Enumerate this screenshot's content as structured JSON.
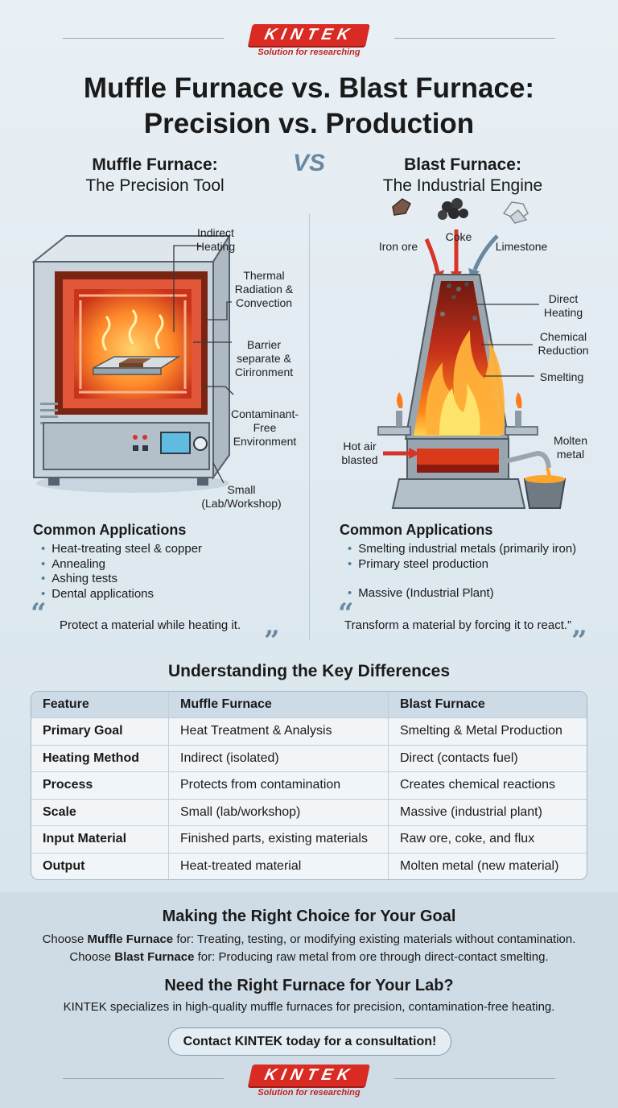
{
  "brand": {
    "name": "KINTEK",
    "tagline": "Solution for researching"
  },
  "title_line1": "Muffle Furnace vs. Blast Furnace:",
  "title_line2": "Precision vs. Production",
  "vs": "VS",
  "muffle": {
    "heading": "Muffle Furnace:",
    "subheading": "The Precision Tool",
    "labels": {
      "indirect": [
        "Indirect",
        "Heating"
      ],
      "radiation": [
        "Thermal",
        "Radiation &",
        "Convection"
      ],
      "barrier": [
        "Barrier",
        "separate &",
        "Cirironment"
      ],
      "contaminant": [
        "Contaminant-",
        "Free",
        "Environment"
      ],
      "size": [
        "Small",
        "(Lab/Workshop)"
      ]
    },
    "apps_title": "Common Applications",
    "apps": [
      "Heat-treating steel & copper",
      "Annealing",
      "Ashing tests",
      "Dental applications"
    ],
    "quote": "Protect a material while heating it."
  },
  "blast": {
    "heading": "Blast Furnace:",
    "subheading": "The Industrial Engine",
    "labels": {
      "ore": "Iron ore",
      "coke": "Coke",
      "limestone": "Limestone",
      "direct": [
        "Direct",
        "Heating"
      ],
      "reduction": [
        "Chemical",
        "Reduction"
      ],
      "smelting": "Smelting",
      "hotair": [
        "Hot air",
        "blasted"
      ],
      "molten": [
        "Molten",
        "metal"
      ]
    },
    "apps_title": "Common Applications",
    "apps": [
      "Smelting industrial metals (primarily iron)",
      "Primary steel production"
    ],
    "scale": "Massive (Industrial Plant)",
    "quote": "Transform a material by forcing it to react.”"
  },
  "table": {
    "title": "Understanding the Key Differences",
    "headers": [
      "Feature",
      "Muffle Furnace",
      "Blast Furnace"
    ],
    "rows": [
      [
        "Primary Goal",
        "Heat Treatment & Analysis",
        "Smelting & Metal Production"
      ],
      [
        "Heating Method",
        "Indirect (isolated)",
        "Direct (contacts fuel)"
      ],
      [
        "Process",
        "Protects from contamination",
        "Creates chemical reactions"
      ],
      [
        "Scale",
        "Small (lab/workshop)",
        "Massive (industrial plant)"
      ],
      [
        "Input Material",
        "Finished parts, existing materials",
        "Raw ore, coke, and flux"
      ],
      [
        "Output",
        "Heat-treated material",
        "Molten metal (new material)"
      ]
    ]
  },
  "choice": {
    "title": "Making the Right Choice for Your Goal",
    "line1_prefix": "Choose ",
    "line1_bold": "Muffle Furnace",
    "line1_rest": " for: Treating, testing, or modifying existing materials without contamination.",
    "line2_prefix": "Choose ",
    "line2_bold": "Blast Furnace",
    "line2_rest": " for: Producing raw metal from ore through direct-contact smelting."
  },
  "lab": {
    "title": "Need the Right Furnace for Your Lab?",
    "text": "KINTEK specializes in high-quality muffle furnaces for precision, contamination-free heating."
  },
  "cta": "Contact KINTEK today for a consultation!",
  "colors": {
    "brand": "#d92a24",
    "accent": "#6b88a0",
    "fire": "#ff7a1a",
    "steel": "#c9d3dc"
  }
}
